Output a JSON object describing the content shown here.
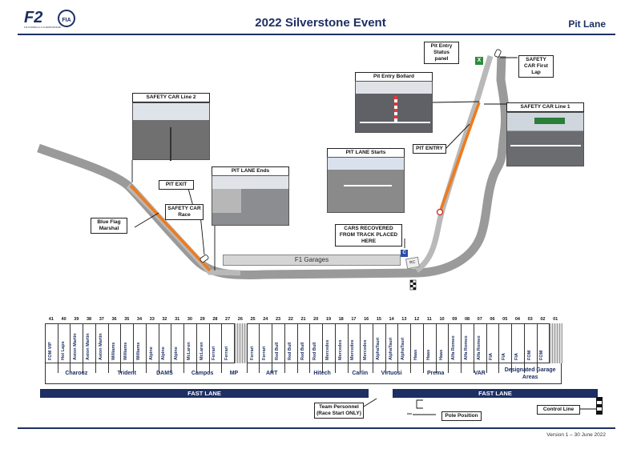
{
  "header": {
    "title": "2022 Silverstone Event",
    "subtitle": "Pit Lane",
    "logo_f2": "F2",
    "logo_fia": "FIA",
    "logo_sub": "FIA FORMULA 2 CHAMPIONSHIP"
  },
  "labels": {
    "pit_entry_status": "Pit Entry Status panel",
    "status_panel_x": "X",
    "sc_first_lap": "SAFETY CAR First Lap",
    "pit_entry_bollard": "Pit Entry Bollard",
    "sc_line1": "SAFETY CAR Line 1",
    "sc_line2": "SAFETY CAR Line 2",
    "pit_entry": "PIT ENTRY",
    "pit_lane_starts": "PIT LANE Starts",
    "pit_exit": "PIT EXIT",
    "pit_lane_ends": "PIT LANE Ends",
    "sc_race": "SAFETY CAR Race",
    "blue_flag": "Blue Flag Marshal",
    "cars_recovered": "CARS RECOVERED FROM TRACK PLACED HERE",
    "recovered_marker": "C",
    "rc": "RC",
    "f1_garages": "F1 Garages",
    "fast_lane_left": "FAST LANE",
    "fast_lane_right": "FAST LANE",
    "team_personnel": "Team Personnel (Race Start ONLY)",
    "pole_position": "Pole Position",
    "control_line": "Control Line",
    "footer": "Version 1 – 30 June 2022"
  },
  "garages": [
    {
      "num": "41",
      "team": "FOM VIP"
    },
    {
      "num": "40",
      "team": "Hot Laps"
    },
    {
      "num": "39",
      "team": "Aston Martin"
    },
    {
      "num": "38",
      "team": "Aston Martin"
    },
    {
      "num": "37",
      "team": "Aston Martin"
    },
    {
      "num": "36",
      "team": "Williams"
    },
    {
      "num": "35",
      "team": "Williams"
    },
    {
      "num": "34",
      "team": "Williams"
    },
    {
      "num": "33",
      "team": "Alpine"
    },
    {
      "num": "32",
      "team": "Alpine"
    },
    {
      "num": "31",
      "team": "Alpine"
    },
    {
      "num": "30",
      "team": "McLaren"
    },
    {
      "num": "29",
      "team": "McLaren"
    },
    {
      "num": "28",
      "team": "Ferrari"
    },
    {
      "num": "27",
      "team": "Ferrari"
    },
    {
      "num": "26",
      "team": ""
    },
    {
      "num": "25",
      "team": "Ferrari"
    },
    {
      "num": "24",
      "team": "Ferrari"
    },
    {
      "num": "23",
      "team": "Red Bull"
    },
    {
      "num": "22",
      "team": "Red Bull"
    },
    {
      "num": "21",
      "team": "Red Bull"
    },
    {
      "num": "20",
      "team": "Red Bull"
    },
    {
      "num": "19",
      "team": "Mercedes"
    },
    {
      "num": "18",
      "team": "Mercedes"
    },
    {
      "num": "17",
      "team": "Mercedes"
    },
    {
      "num": "16",
      "team": "Mercedes"
    },
    {
      "num": "15",
      "team": "AlphaTauri"
    },
    {
      "num": "14",
      "team": "AlphaTauri"
    },
    {
      "num": "13",
      "team": "AlphaTauri"
    },
    {
      "num": "12",
      "team": "Haas"
    },
    {
      "num": "11",
      "team": "Haas"
    },
    {
      "num": "10",
      "team": "Haas"
    },
    {
      "num": "09",
      "team": "Alfa Romeo"
    },
    {
      "num": "08",
      "team": "Alfa Romeo"
    },
    {
      "num": "07",
      "team": "Alfa Romeo"
    },
    {
      "num": "06",
      "team": "FIA"
    },
    {
      "num": "05",
      "team": "FIA"
    },
    {
      "num": "04",
      "team": "FIA"
    },
    {
      "num": "03",
      "team": "FOM"
    },
    {
      "num": "02",
      "team": "FOM"
    },
    {
      "num": "01",
      "team": ""
    }
  ],
  "f2_teams": [
    "Charouz",
    "Trident",
    "DAMS",
    "Campos",
    "MP",
    "ART",
    "Hitech",
    "Carlin",
    "Virtuosi",
    "Prema",
    "VAR",
    "Designated Garage Areas"
  ]
}
